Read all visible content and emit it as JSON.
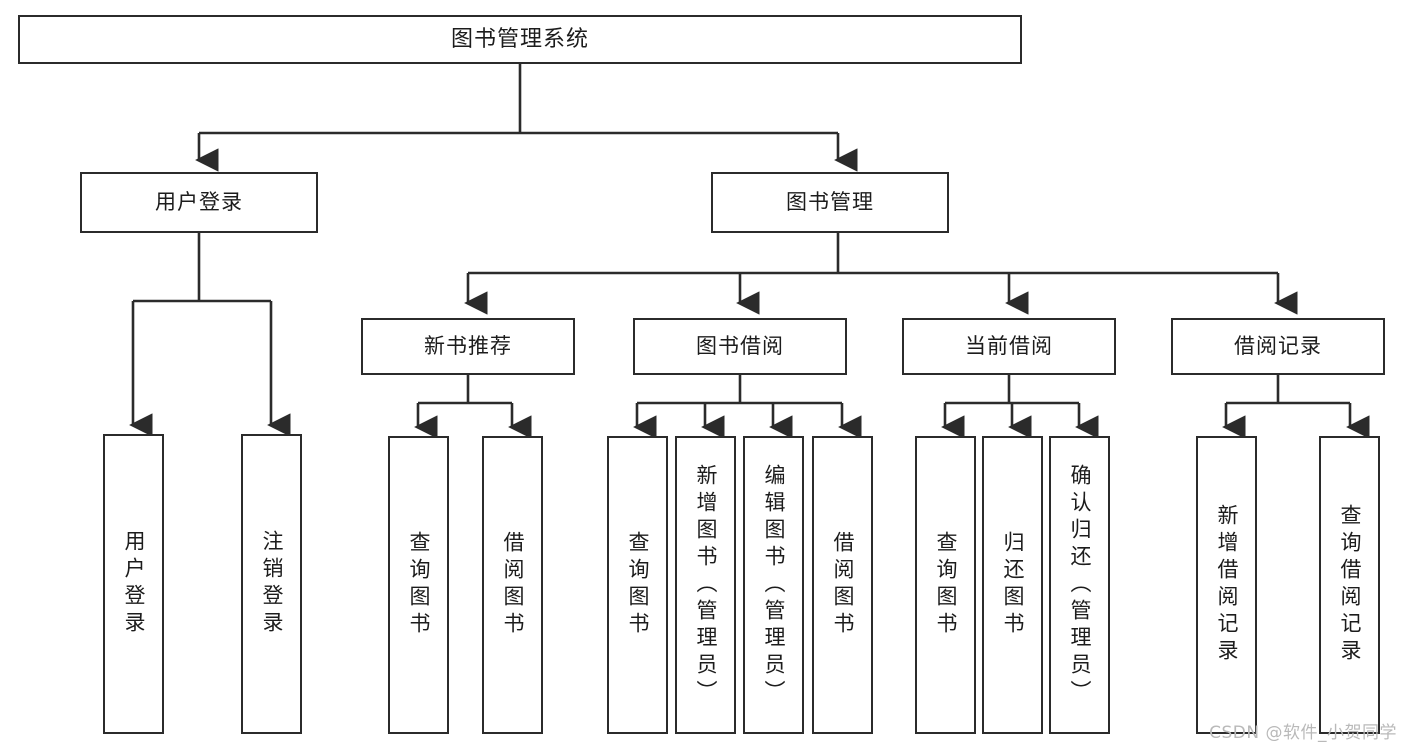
{
  "diagram": {
    "title": "图书管理系统",
    "type": "tree-hierarchy",
    "root": {
      "label": "图书管理系统"
    },
    "level2": {
      "user_login": "用户登录",
      "book_manage": "图书管理"
    },
    "level3": {
      "new_book_recommend": "新书推荐",
      "book_borrow": "图书借阅",
      "current_borrow": "当前借阅",
      "borrow_record": "借阅记录"
    },
    "leaves": {
      "user_login_1": "用户登录",
      "user_login_2": "注销登录",
      "recommend_1": "查询图书",
      "recommend_2": "借阅图书",
      "borrow_1": "查询图书",
      "borrow_2": "新增图书（管理员）",
      "borrow_3": "编辑图书（管理员）",
      "borrow_4": "借阅图书",
      "current_1": "查询图书",
      "current_2": "归还图书",
      "current_3": "确认归还（管理员）",
      "record_1": "新增借阅记录",
      "record_2": "查询借阅记录"
    }
  },
  "watermark": {
    "text": "CSDN @软件_小贺同学"
  },
  "colors": {
    "stroke": "#2b2b2b",
    "background": "#ffffff",
    "text": "#1c1c1c",
    "watermark": "#b9b9b9"
  }
}
